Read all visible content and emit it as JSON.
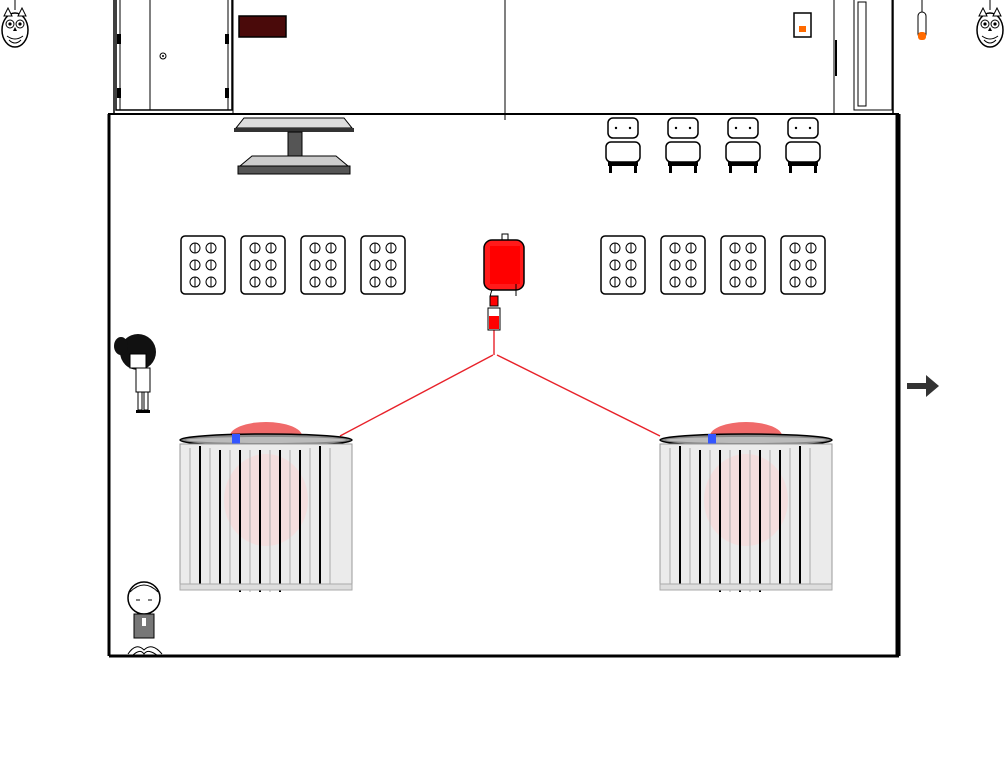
{
  "scene": {
    "room": "surgery-ward",
    "colors": {
      "blood": "#ff0000",
      "tube": "#e8222a",
      "organ": "#f06a6a",
      "wall_line": "#000000",
      "indicator_dark_red": "#4a0a0a",
      "switch_orange": "#ff6a00",
      "curtain": "#e9e9e9"
    },
    "icons": {
      "owl_left": "owl-icon",
      "owl_right": "owl-icon",
      "exit": "right-arrow-icon"
    },
    "pill_pack_rows": 2,
    "pill_packs_per_side": 4,
    "chair_count": 4,
    "tank_count": 2
  }
}
